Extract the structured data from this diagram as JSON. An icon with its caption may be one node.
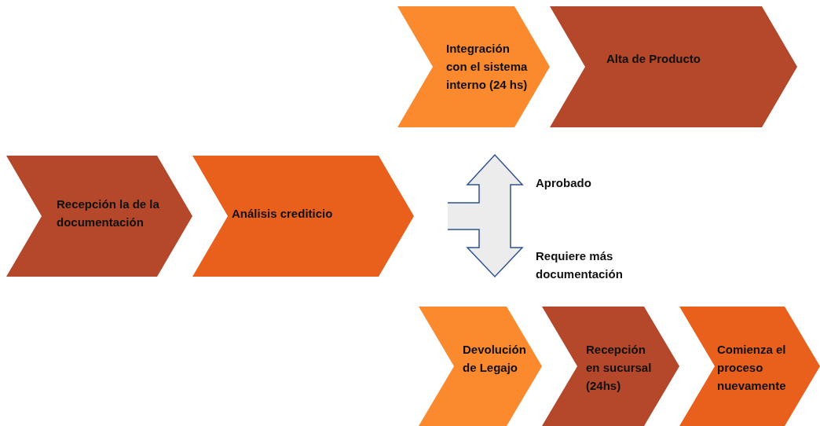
{
  "diagram": {
    "nodes": [
      {
        "text": [
          "Integración con el sistema interno (24 hs)"
        ]
      },
      {
        "text": [
          "Alta de Producto"
        ]
      },
      {
        "text": [
          "Recepción la de la documentación"
        ]
      },
      {
        "text": [
          "Análisis crediticio"
        ]
      },
      {
        "text": [
          "Devolución de Legajo"
        ]
      },
      {
        "text": [
          "Recepción en sucursal (24hs)"
        ]
      },
      {
        "text": [
          "Comienza el proceso nuevamente"
        ]
      }
    ],
    "labels": [
      "Aprobado",
      "Requiere más documentación"
    ]
  }
}
